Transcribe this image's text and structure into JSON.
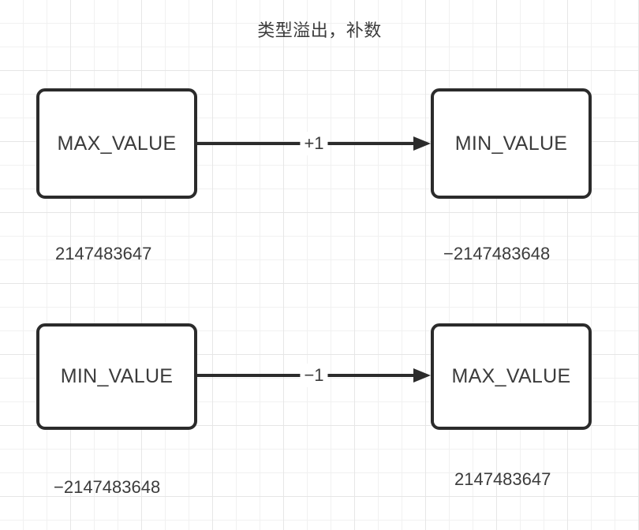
{
  "diagram": {
    "title": "类型溢出，补数",
    "type": "flow",
    "nodes": [
      {
        "id": "top-left",
        "label": "MAX_VALUE",
        "value": "2147483647"
      },
      {
        "id": "top-right",
        "label": "MIN_VALUE",
        "value": "−2147483648"
      },
      {
        "id": "bottom-left",
        "label": "MIN_VALUE",
        "value": "−2147483648"
      },
      {
        "id": "bottom-right",
        "label": "MAX_VALUE",
        "value": "2147483647"
      }
    ],
    "edges": [
      {
        "id": "edge-top",
        "from": "top-left",
        "to": "top-right",
        "label": "+1"
      },
      {
        "id": "edge-bottom",
        "from": "bottom-left",
        "to": "bottom-right",
        "label": "−1"
      }
    ],
    "colors": {
      "node_border": "#2b2b2b",
      "node_fill": "#ffffff",
      "text": "#3b3b3b",
      "edge": "#2b2b2b",
      "grid_minor": "#f1f1f1",
      "grid_major": "#e6e6e6",
      "background": "#ffffff"
    }
  }
}
